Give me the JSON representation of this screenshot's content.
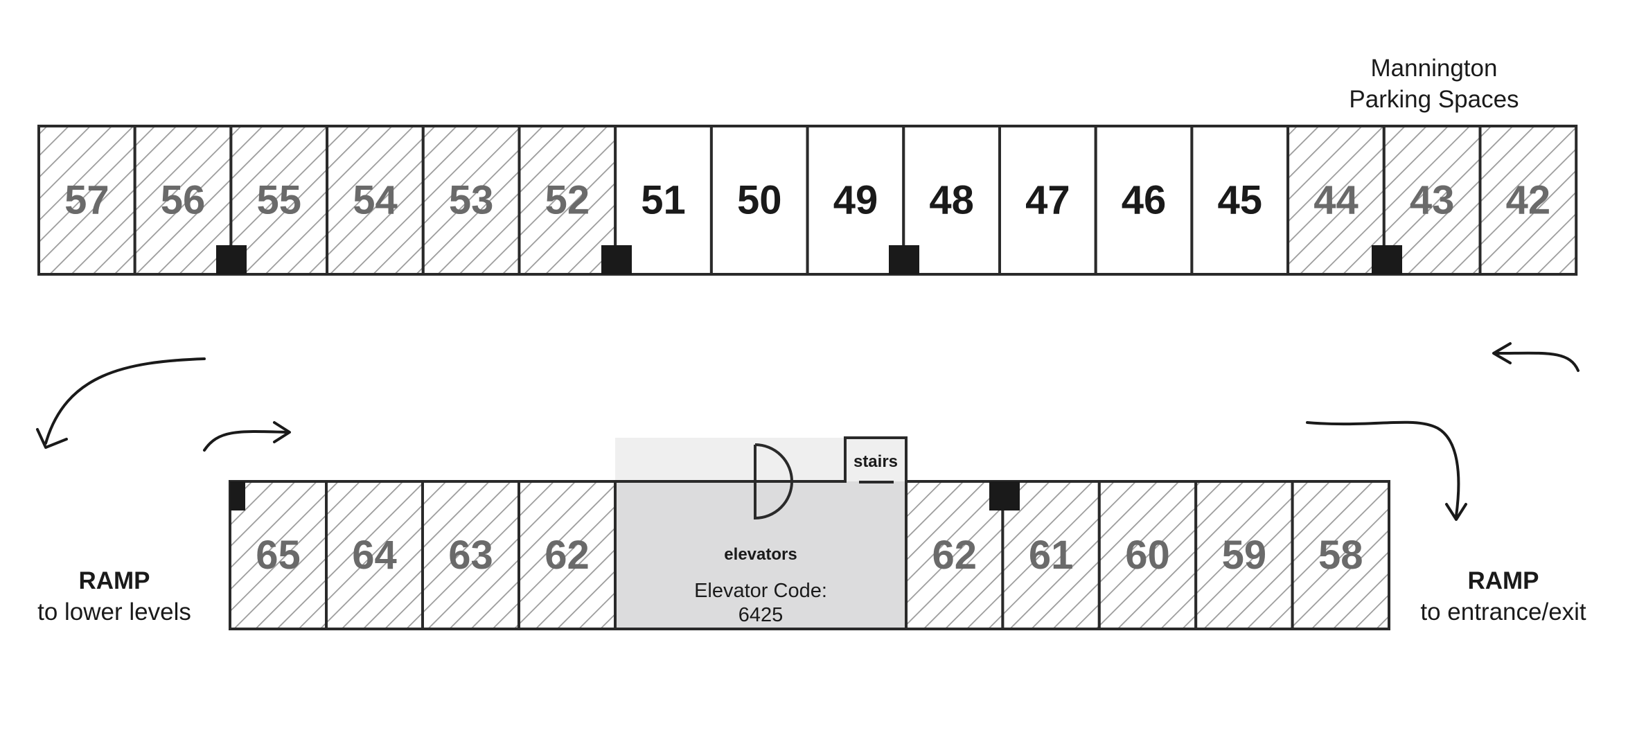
{
  "legend": {
    "line1": "Mannington",
    "line2": "Parking Spaces"
  },
  "top_row": [
    {
      "number": "57",
      "hatched": true
    },
    {
      "number": "56",
      "hatched": true
    },
    {
      "number": "55",
      "hatched": true
    },
    {
      "number": "54",
      "hatched": true
    },
    {
      "number": "53",
      "hatched": true
    },
    {
      "number": "52",
      "hatched": true
    },
    {
      "number": "51",
      "hatched": false
    },
    {
      "number": "50",
      "hatched": false
    },
    {
      "number": "49",
      "hatched": false
    },
    {
      "number": "48",
      "hatched": false
    },
    {
      "number": "47",
      "hatched": false
    },
    {
      "number": "46",
      "hatched": false
    },
    {
      "number": "45",
      "hatched": false
    },
    {
      "number": "44",
      "hatched": true
    },
    {
      "number": "43",
      "hatched": true
    },
    {
      "number": "42",
      "hatched": true
    }
  ],
  "bottom_left_row": [
    {
      "number": "65",
      "hatched": true
    },
    {
      "number": "64",
      "hatched": true
    },
    {
      "number": "63",
      "hatched": true
    },
    {
      "number": "62",
      "hatched": true
    }
  ],
  "bottom_right_row": [
    {
      "number": "62",
      "hatched": true
    },
    {
      "number": "61",
      "hatched": true
    },
    {
      "number": "60",
      "hatched": true
    },
    {
      "number": "59",
      "hatched": true
    },
    {
      "number": "58",
      "hatched": true
    }
  ],
  "core": {
    "elevators_label": "elevators",
    "stairs_label": "stairs",
    "code_label": "Elevator Code:",
    "code_value": "6425"
  },
  "ramp_left": {
    "title": "RAMP",
    "subtitle": "to lower levels"
  },
  "ramp_right": {
    "title": "RAMP",
    "subtitle": "to entrance/exit"
  },
  "colors": {
    "outline": "#2a2a2a",
    "hatch": "#9a9a9a",
    "core_fill": "#dcdcdd",
    "lobby_fill": "#efefef",
    "pillar": "#1a1a1a"
  }
}
